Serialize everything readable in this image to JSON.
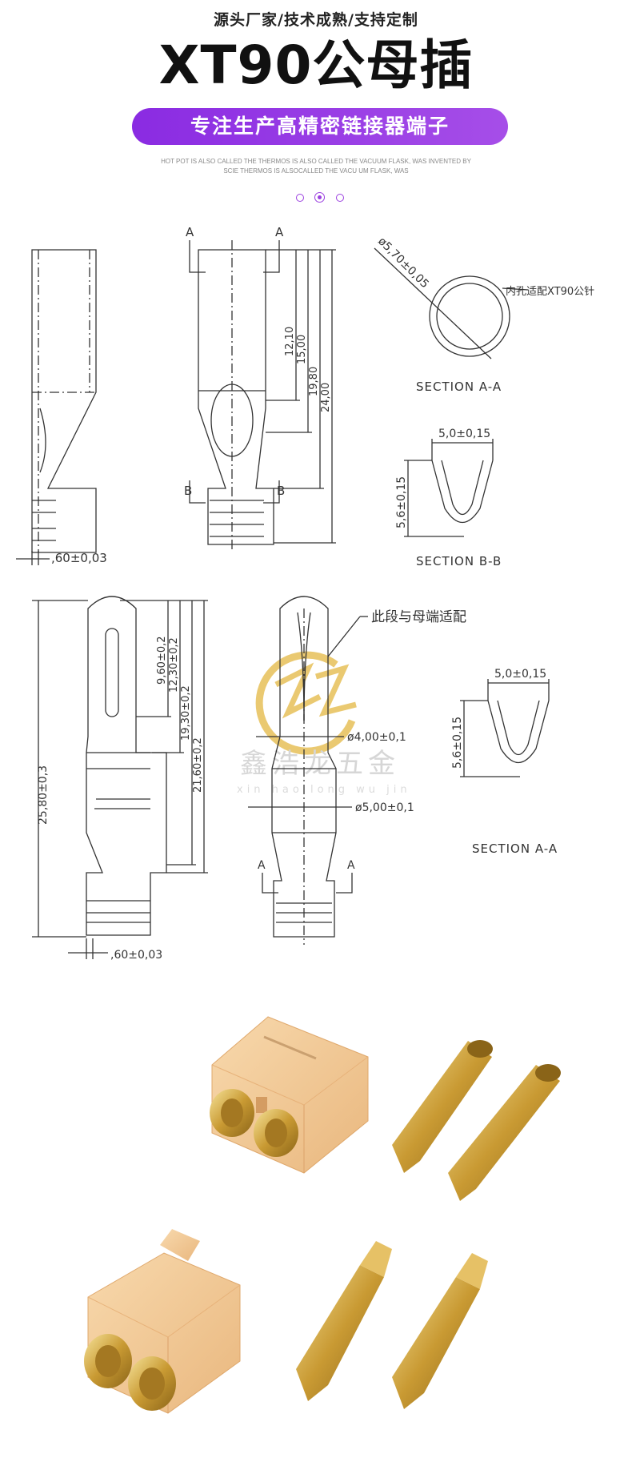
{
  "header": {
    "tagline": "源头厂家/技术成熟/支持定制",
    "title": "XT90公母插",
    "pill": "专注生产高精密链接器端子",
    "en_line1": "HOT POT IS ALSO CALLED THE THERMOS IS ALSO CALLED THE VACUUM FLASK, WAS INVENTED BY",
    "en_line2": "SCIE THERMOS IS ALSOCALLED THE VACU  UM FLASK, WAS"
  },
  "drawing1": {
    "dim_thickness": ",60±0,03",
    "dim_12": "12,10",
    "dim_15": "15,00",
    "dim_19": "19,80",
    "dim_24": "24,00",
    "label_a": "A",
    "label_b": "B",
    "dia": "ø5,70±0,05",
    "note": "内孔适配XT90公针",
    "section_aa": "SECTION A-A",
    "width_bb": "5,0±0,15",
    "height_bb": "5,6±0,15",
    "section_bb": "SECTION B-B"
  },
  "drawing2": {
    "dim_25": "25,80±0,3",
    "dim_9": "9,60±0,2",
    "dim_12": "12,30±0,2",
    "dim_19": "19,30±0,2",
    "dim_21": "21,60±0,2",
    "dim_thickness": ",60±0,03",
    "note": "此段与母端适配",
    "dia4": "ø4,00±0,1",
    "dia5": "ø5,00±0,1",
    "label_a": "A",
    "width_aa": "5,0±0,15",
    "height_aa": "5,6±0,15",
    "section_aa": "SECTION A-A",
    "watermark_cn": "鑫浩龙五金",
    "watermark_en": "xin hao long wu jin"
  },
  "colors": {
    "accent": "#9b40e0",
    "housing": "#f2c895",
    "gold": "#d7a94a",
    "line": "#333333"
  }
}
